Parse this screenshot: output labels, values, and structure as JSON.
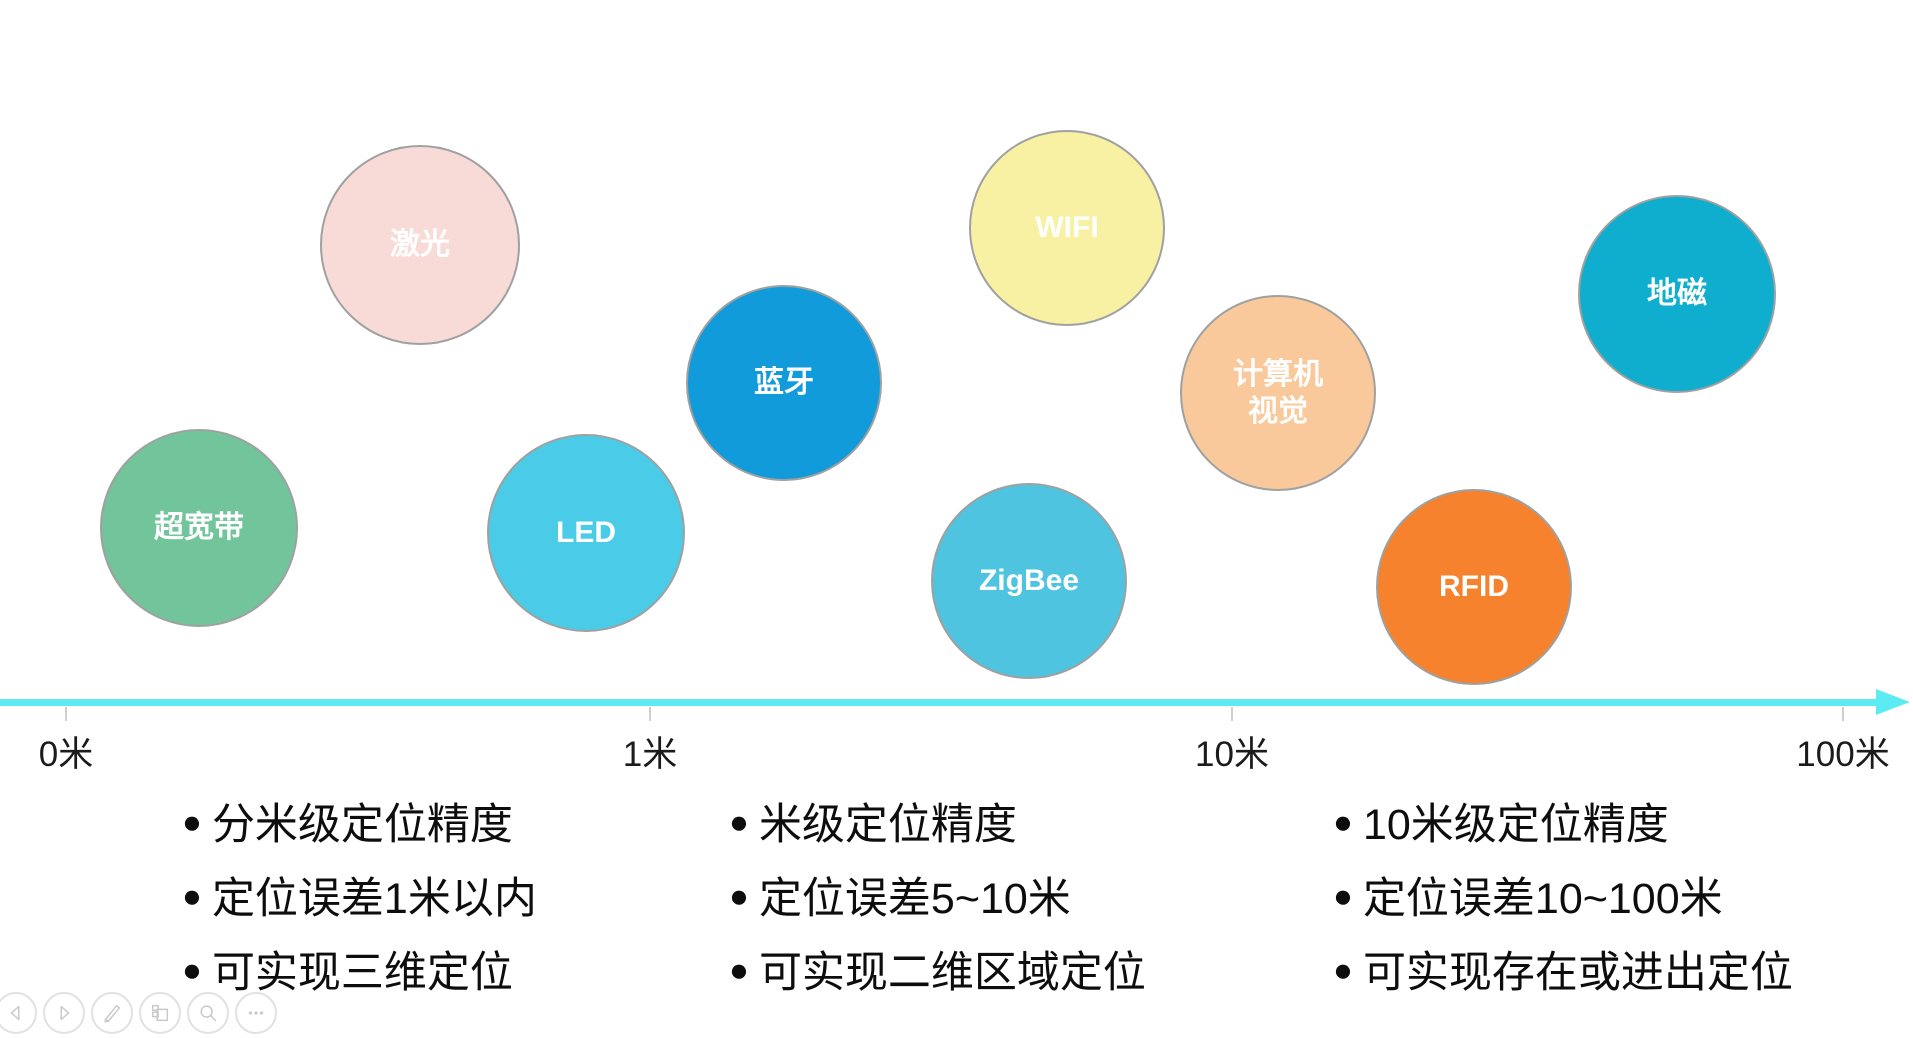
{
  "chart_data": {
    "type": "scatter",
    "title": "",
    "x_axis": {
      "scale": "log-decades",
      "tick_labels": [
        "0米",
        "1米",
        "10米",
        "100米"
      ],
      "unit": "米"
    },
    "points": [
      {
        "label": "超宽带",
        "estimated_x_m": 0.17
      },
      {
        "label": "激光",
        "estimated_x_m": 0.4
      },
      {
        "label": "LED",
        "estimated_x_m": 0.8
      },
      {
        "label": "蓝牙",
        "estimated_x_m": 1.7
      },
      {
        "label": "WIFI",
        "estimated_x_m": 5
      },
      {
        "label": "ZigBee",
        "estimated_x_m": 4.4
      },
      {
        "label": "计算机视觉",
        "estimated_x_m": 12
      },
      {
        "label": "RFID",
        "estimated_x_m": 25
      },
      {
        "label": "地磁",
        "estimated_x_m": 55
      }
    ],
    "legend_position": "below-axis"
  },
  "bubbles": [
    {
      "label": "超宽带",
      "color": "#72C59A"
    },
    {
      "label": "激光",
      "color": "#F8DBD7"
    },
    {
      "label": "LED",
      "color": "#4ACBE8"
    },
    {
      "label": "蓝牙",
      "color": "#129BDB"
    },
    {
      "label": "WIFI",
      "color": "#F8F0A3"
    },
    {
      "label": "ZigBee",
      "color": "#4FC4E1"
    },
    {
      "label": "计算机视觉",
      "color": "#FAC99B"
    },
    {
      "label": "RFID",
      "color": "#F6822D"
    },
    {
      "label": "地磁",
      "color": "#0FAECE"
    }
  ],
  "axis": {
    "line_color": "#5CEBF2",
    "ticks": [
      {
        "label": "0米"
      },
      {
        "label": "1米"
      },
      {
        "label": "10米"
      },
      {
        "label": "100米"
      }
    ]
  },
  "legend": {
    "bullet": "●",
    "columns": [
      {
        "items": [
          "分米级定位精度",
          "定位误差1米以内",
          "可实现三维定位"
        ]
      },
      {
        "items": [
          "米级定位精度",
          "定位误差5~10米",
          "可实现二维区域定位"
        ]
      },
      {
        "items": [
          "10米级定位精度",
          "定位误差10~100米",
          "可实现存在或进出定位"
        ]
      }
    ]
  },
  "toolbar": {
    "buttons": [
      {
        "name": "previous-slide",
        "icon": "chevron-left-icon"
      },
      {
        "name": "next-slide",
        "icon": "chevron-right-icon"
      },
      {
        "name": "pen",
        "icon": "pen-icon"
      },
      {
        "name": "slide-panel",
        "icon": "slides-icon"
      },
      {
        "name": "zoom",
        "icon": "magnifier-icon"
      },
      {
        "name": "more",
        "icon": "ellipsis-icon"
      }
    ]
  }
}
